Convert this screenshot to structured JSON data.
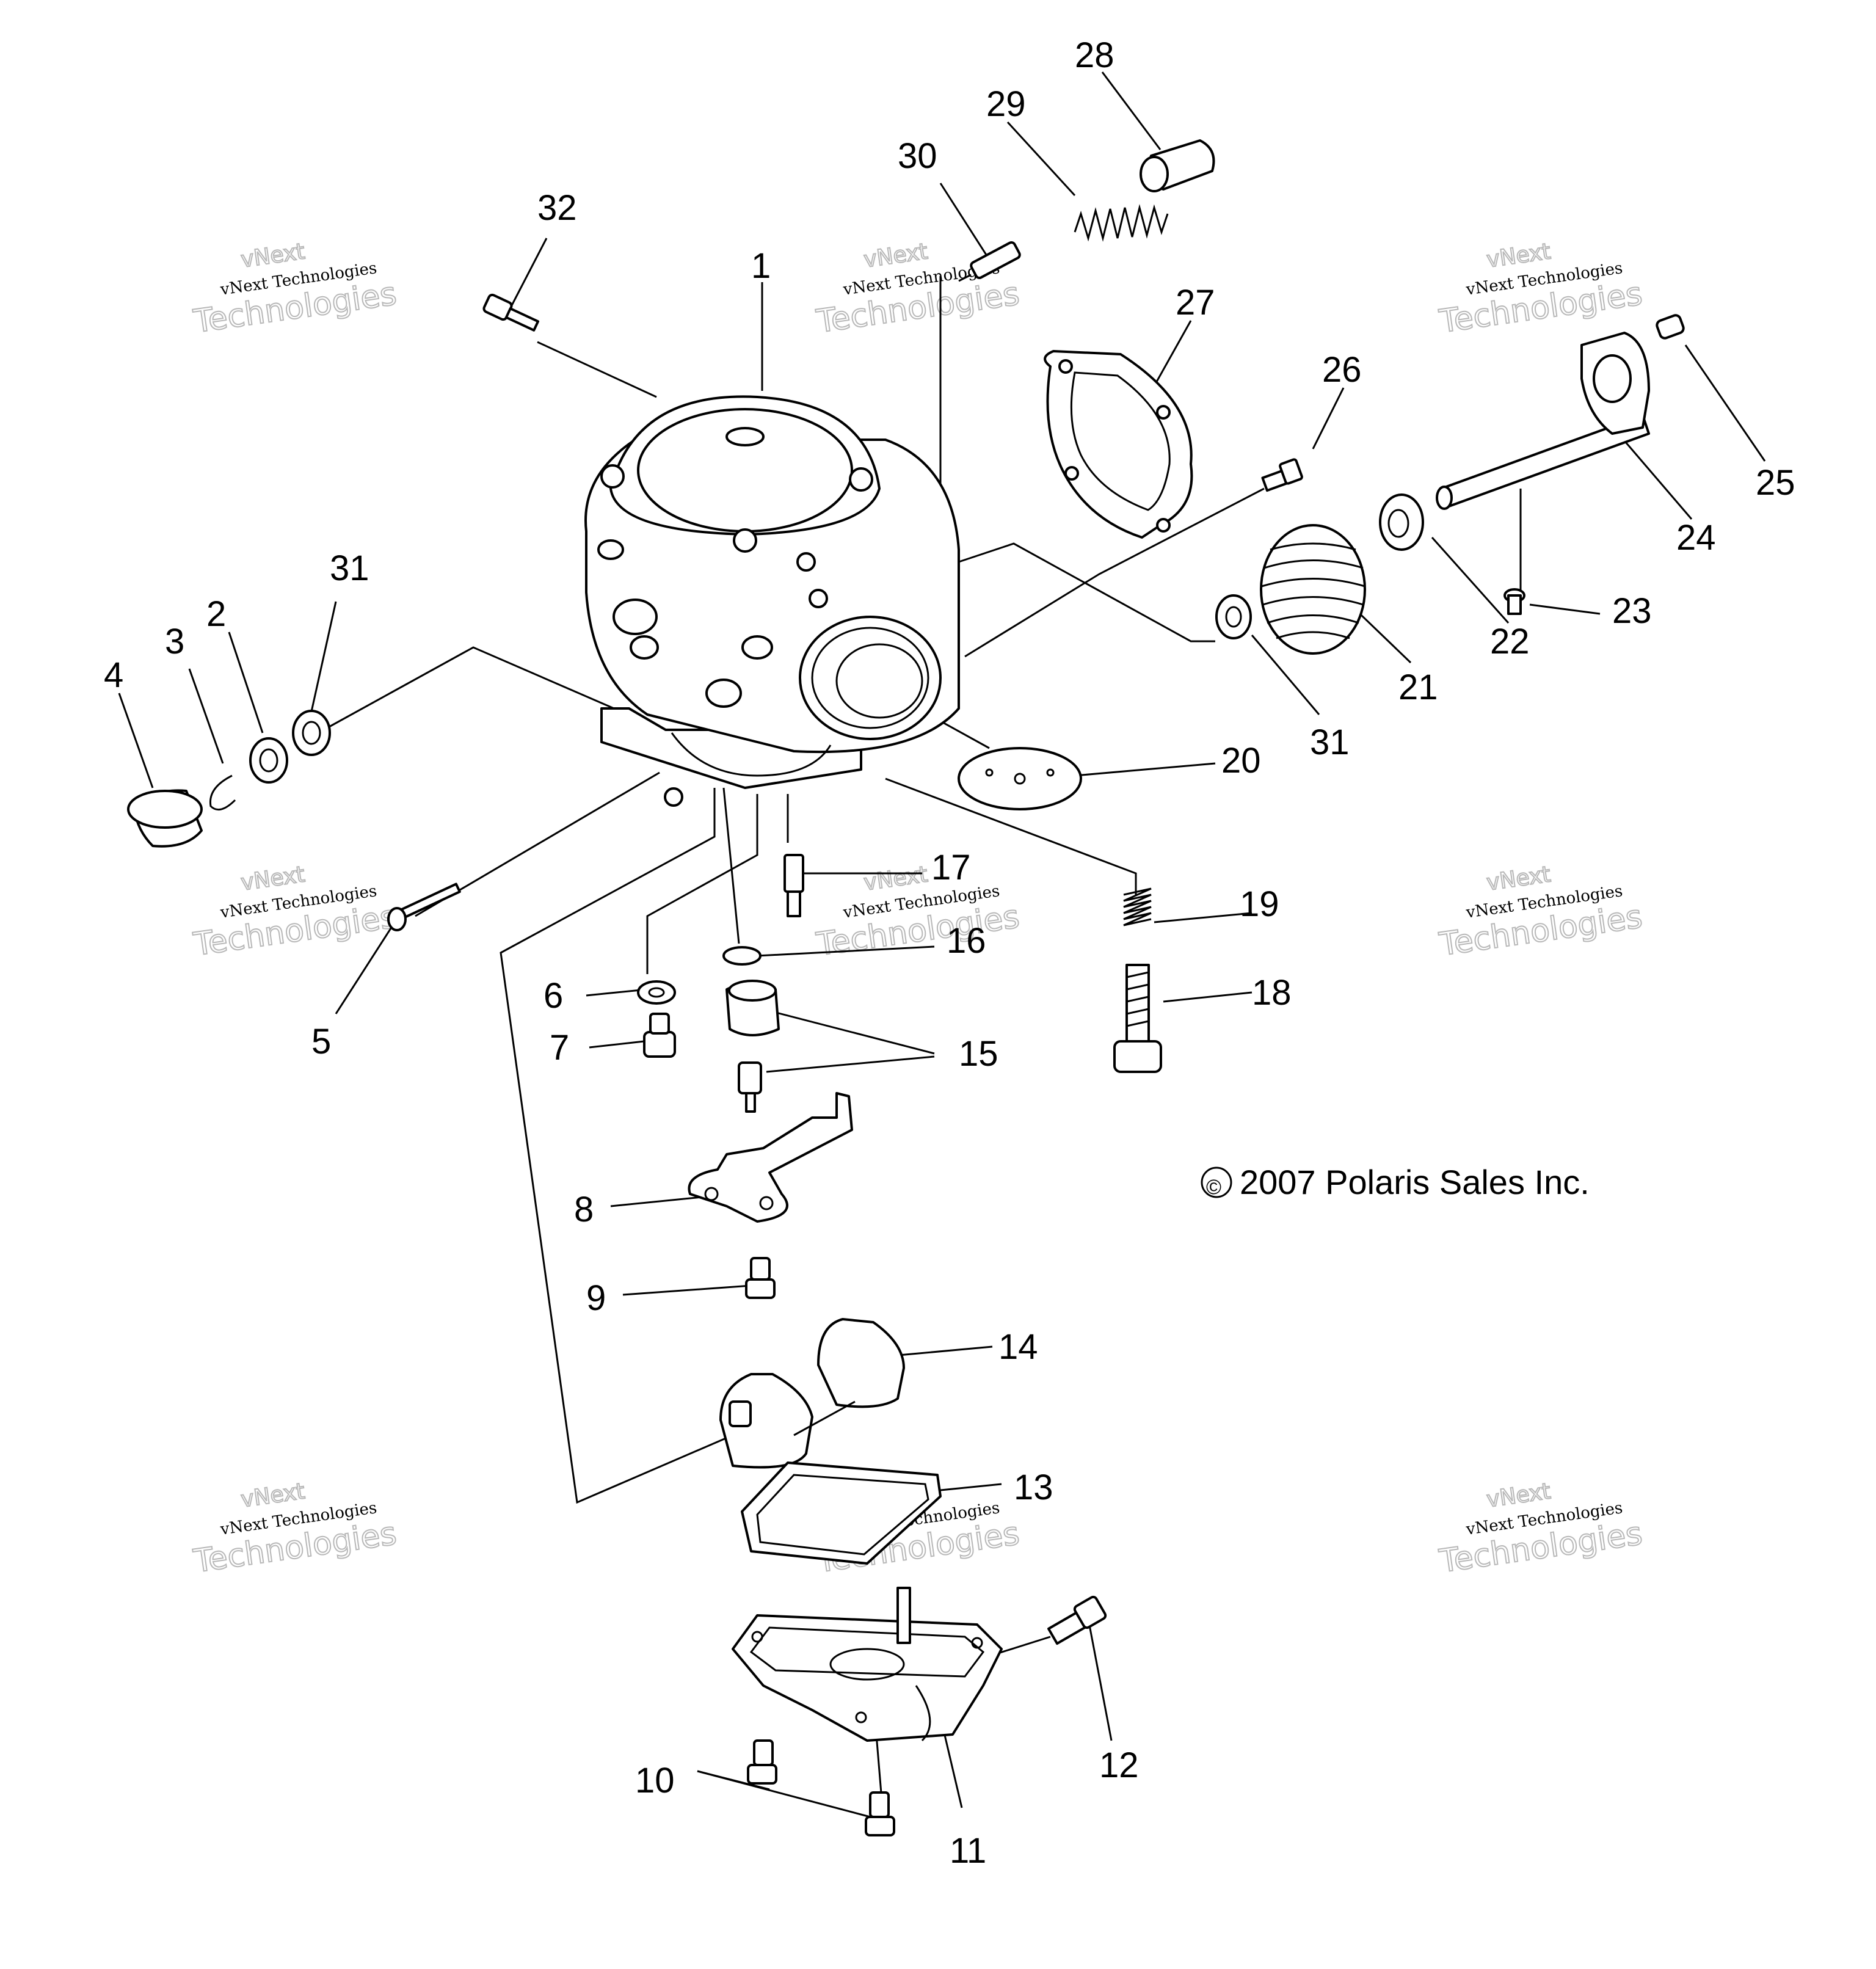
{
  "diagram": {
    "labels": [
      "1",
      "2",
      "3",
      "4",
      "5",
      "6",
      "7",
      "8",
      "9",
      "10",
      "11",
      "12",
      "13",
      "14",
      "15",
      "16",
      "17",
      "18",
      "19",
      "20",
      "21",
      "22",
      "23",
      "24",
      "25",
      "26",
      "27",
      "28",
      "29",
      "30",
      "31",
      "31",
      "32"
    ],
    "watermark": {
      "line1": "vNext",
      "line2": "vNext Technologies",
      "line3": "Technologies"
    },
    "copyright": "2007 Polaris Sales Inc.",
    "copyright_symbol": "©"
  }
}
